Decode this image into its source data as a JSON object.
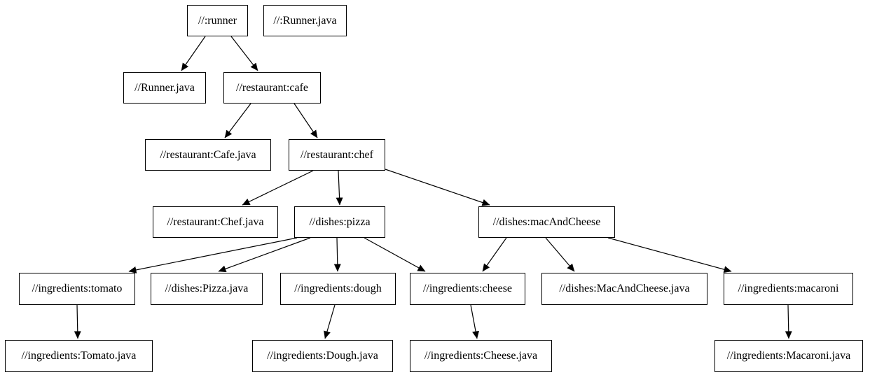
{
  "diagram": {
    "kind": "build-dependency-graph",
    "background_color": "#ffffff",
    "node_fill_color": "#ffffff",
    "node_border_color": "#000000",
    "edge_color": "#000000",
    "nodes": [
      {
        "id": "runner",
        "label": "//:runner"
      },
      {
        "id": "runner-java-target",
        "label": "//:Runner.java"
      },
      {
        "id": "runner-java",
        "label": "//Runner.java"
      },
      {
        "id": "cafe",
        "label": "//restaurant:cafe"
      },
      {
        "id": "cafe-java",
        "label": "//restaurant:Cafe.java"
      },
      {
        "id": "chef",
        "label": "//restaurant:chef"
      },
      {
        "id": "chef-java",
        "label": "//restaurant:Chef.java"
      },
      {
        "id": "pizza",
        "label": "//dishes:pizza"
      },
      {
        "id": "mac-and-cheese",
        "label": "//dishes:macAndCheese"
      },
      {
        "id": "tomato",
        "label": "//ingredients:tomato"
      },
      {
        "id": "pizza-java",
        "label": "//dishes:Pizza.java"
      },
      {
        "id": "dough",
        "label": "//ingredients:dough"
      },
      {
        "id": "cheese",
        "label": "//ingredients:cheese"
      },
      {
        "id": "mac-and-cheese-java",
        "label": "//dishes:MacAndCheese.java"
      },
      {
        "id": "macaroni",
        "label": "//ingredients:macaroni"
      },
      {
        "id": "tomato-java",
        "label": "//ingredients:Tomato.java"
      },
      {
        "id": "dough-java",
        "label": "//ingredients:Dough.java"
      },
      {
        "id": "cheese-java",
        "label": "//ingredients:Cheese.java"
      },
      {
        "id": "macaroni-java",
        "label": "//ingredients:Macaroni.java"
      }
    ],
    "edges": [
      {
        "from": "//:runner",
        "to": "//Runner.java"
      },
      {
        "from": "//:runner",
        "to": "//restaurant:cafe"
      },
      {
        "from": "//restaurant:cafe",
        "to": "//restaurant:Cafe.java"
      },
      {
        "from": "//restaurant:cafe",
        "to": "//restaurant:chef"
      },
      {
        "from": "//restaurant:chef",
        "to": "//restaurant:Chef.java"
      },
      {
        "from": "//restaurant:chef",
        "to": "//dishes:pizza"
      },
      {
        "from": "//restaurant:chef",
        "to": "//dishes:macAndCheese"
      },
      {
        "from": "//dishes:pizza",
        "to": "//ingredients:tomato"
      },
      {
        "from": "//dishes:pizza",
        "to": "//dishes:Pizza.java"
      },
      {
        "from": "//dishes:pizza",
        "to": "//ingredients:dough"
      },
      {
        "from": "//dishes:pizza",
        "to": "//ingredients:cheese"
      },
      {
        "from": "//dishes:macAndCheese",
        "to": "//ingredients:cheese"
      },
      {
        "from": "//dishes:macAndCheese",
        "to": "//dishes:MacAndCheese.java"
      },
      {
        "from": "//dishes:macAndCheese",
        "to": "//ingredients:macaroni"
      },
      {
        "from": "//ingredients:tomato",
        "to": "//ingredients:Tomato.java"
      },
      {
        "from": "//ingredients:dough",
        "to": "//ingredients:Dough.java"
      },
      {
        "from": "//ingredients:cheese",
        "to": "//ingredients:Cheese.java"
      },
      {
        "from": "//ingredients:macaroni",
        "to": "//ingredients:Macaroni.java"
      }
    ]
  }
}
